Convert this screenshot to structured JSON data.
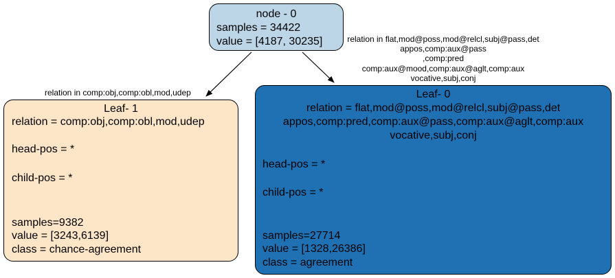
{
  "root": {
    "title": "node - 0",
    "samples": "samples = 34422",
    "value": "value = [4187, 30235]"
  },
  "edge_left": {
    "label": "relation in comp:obj,comp:obl,mod,udep"
  },
  "edge_right": {
    "label_lines": [
      "relation in flat,mod@poss,mod@relcl,subj@pass,det",
      "appos,comp:aux@pass",
      ",comp:pred",
      "comp:aux@mood,comp:aux@aglt,comp:aux",
      "vocative,subj,conj"
    ]
  },
  "leaf1": {
    "title": "Leaf- 1",
    "relation": "relation = comp:obj,comp:obl,mod,udep",
    "head_pos": "head-pos = *",
    "child_pos": "child-pos = *",
    "samples": "samples=9382",
    "value": "value = [3243,6139]",
    "class": "class = chance-agreement"
  },
  "leaf0": {
    "title": "Leaf- 0",
    "relation_lines": [
      "relation = flat,mod@poss,mod@relcl,subj@pass,det",
      "appos,comp:pred,comp:aux@pass,comp:aux@aglt,comp:aux",
      "vocative,subj,conj"
    ],
    "head_pos": "head-pos = *",
    "child_pos": "child-pos = *",
    "samples": "samples=27714",
    "value": "value = [1328,26386]",
    "class": "class = agreement"
  },
  "colors": {
    "root_fill": "#bcd5e7",
    "leaf1_fill": "#fde5c8",
    "leaf0_fill": "#2070b4"
  }
}
